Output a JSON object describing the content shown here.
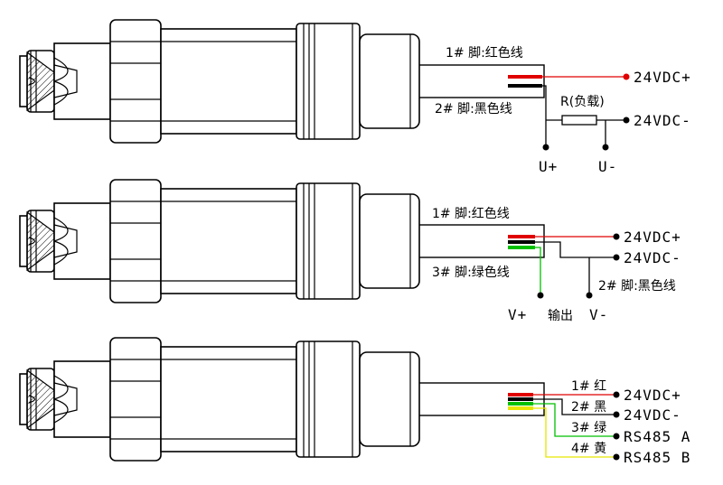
{
  "diagram1": {
    "wire_red": "1# 脚:红色线",
    "wire_black": "2# 脚:黑色线",
    "load": "R(负载)",
    "term_pos": "24VDC+",
    "term_neg": "24VDC-",
    "meas_pos": "U+",
    "meas_neg": "U-"
  },
  "diagram2": {
    "wire_red": "1# 脚:红色线",
    "wire_green": "3# 脚:绿色线",
    "wire_black": "2# 脚:黑色线",
    "term_pos": "24VDC+",
    "term_neg": "24VDC-",
    "v_pos": "V+",
    "output": "输出",
    "v_neg": "V-"
  },
  "diagram3": {
    "wire1": "1# 红",
    "wire2": "2# 黑",
    "wire3": "3# 绿",
    "wire4": "4# 黄",
    "term_pos": "24VDC+",
    "term_neg": "24VDC-",
    "term_a": "RS485 A",
    "term_b": "RS485 B"
  },
  "colors": {
    "red": "#e00000",
    "black": "#000000",
    "green": "#00c000",
    "yellow": "#e6e600"
  }
}
